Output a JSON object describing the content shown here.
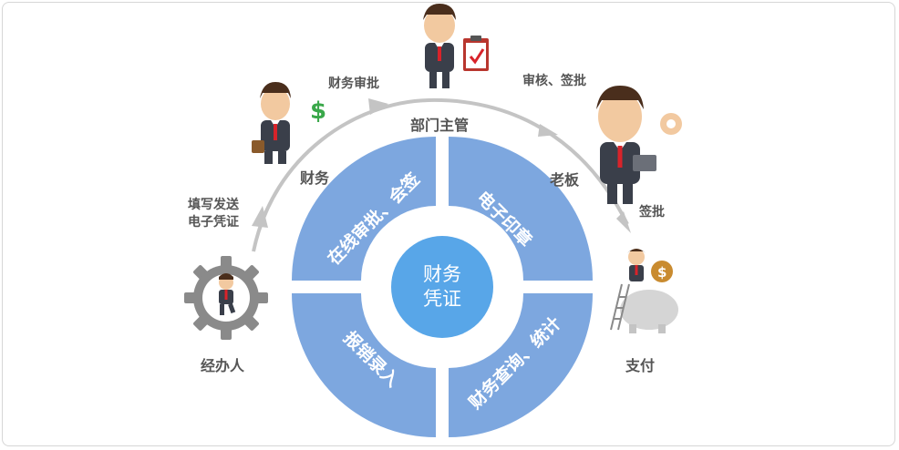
{
  "diagram": {
    "center": {
      "line1": "财务",
      "line2": "凭证"
    },
    "quadrants": {
      "top_left": "在线审批、会签",
      "top_right": "电子印章",
      "bottom_left": "报销录入",
      "bottom_right": "财务查询、统计"
    },
    "actors": {
      "handler": "经办人",
      "finance": "财务",
      "dept_head": "部门主管",
      "boss": "老板",
      "payment": "支付"
    },
    "flow_labels": {
      "fill_voucher_line1": "填写发送",
      "fill_voucher_line2": "电子凭证",
      "finance_approval": "财务审批",
      "review_sign": "审核、签批",
      "sign": "签批"
    },
    "colors": {
      "quadrant": "#7da7df",
      "center": "#58a6e8",
      "arc": "#c4c4c4",
      "label": "#555555",
      "suit": "#3a3f4a",
      "tie": "#d8232a",
      "coin": "#c98b2f",
      "gear": "#8a8a8a",
      "piggy": "#d5d5d5"
    }
  }
}
